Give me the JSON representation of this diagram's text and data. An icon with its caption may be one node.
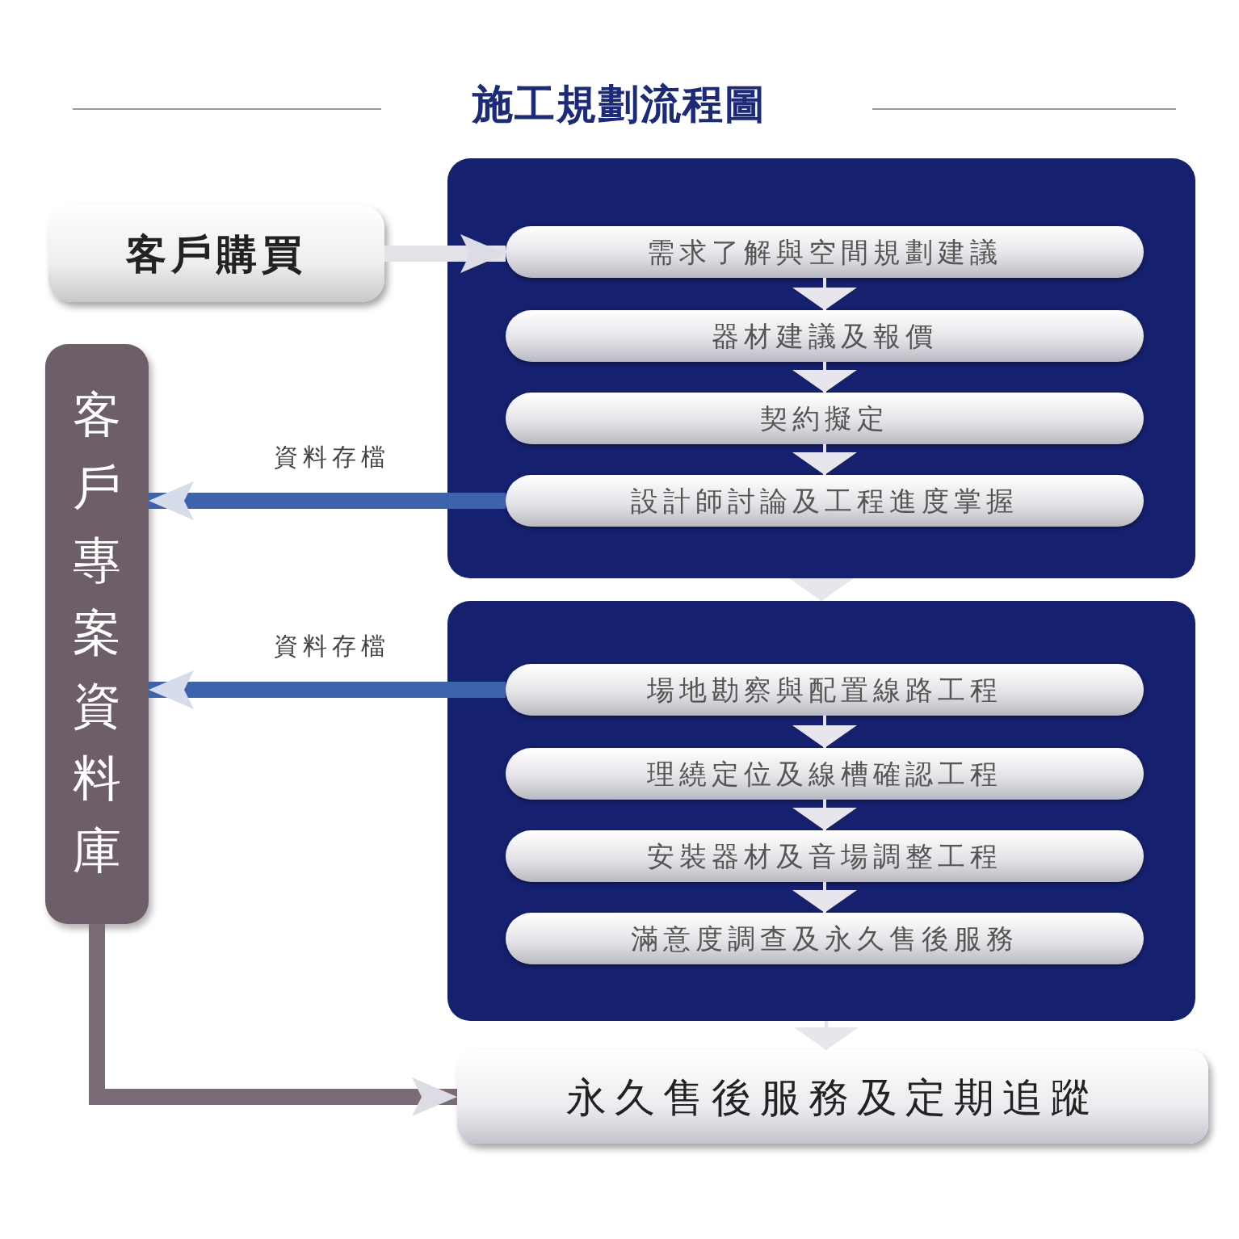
{
  "diagram": {
    "title": "施工規劃流程圖",
    "nodes": [
      {
        "text": [
          "客戶購買"
        ]
      },
      {
        "text": [],
        "shape": "box"
      },
      {
        "text": [
          "需求了解與空間規劃建議"
        ],
        "in": 1
      },
      {
        "text": [
          "器材建議及報價"
        ],
        "in": 1
      },
      {
        "text": [
          "契約擬定"
        ],
        "in": 1
      },
      {
        "text": [
          "設計師討論及工程進度掌握"
        ],
        "in": 1
      },
      {
        "text": [],
        "shape": "box"
      },
      {
        "text": [
          "場地勘察與配置線路工程"
        ],
        "in": 6
      },
      {
        "text": [
          "理繞定位及線槽確認工程"
        ],
        "in": 6
      },
      {
        "text": [
          "安裝器材及音場調整工程"
        ],
        "in": 6
      },
      {
        "text": [
          "滿意度調查及永久售後服務"
        ],
        "in": 6
      },
      {
        "text": [
          "永久售後服務及定期追蹤"
        ]
      },
      {
        "text": [
          "客戶專案資料庫"
        ]
      }
    ],
    "edges": [
      {
        "from": 0,
        "to": 2,
        "arrow": "to",
        "style": "thick"
      },
      {
        "from": 2,
        "to": 3,
        "arrow": "to"
      },
      {
        "from": 3,
        "to": 4,
        "arrow": "to"
      },
      {
        "from": 4,
        "to": 5,
        "arrow": "to"
      },
      {
        "from": 1,
        "to": 6,
        "arrow": "to"
      },
      {
        "from": 7,
        "to": 8,
        "arrow": "to"
      },
      {
        "from": 8,
        "to": 9,
        "arrow": "to"
      },
      {
        "from": 9,
        "to": 10,
        "arrow": "to"
      },
      {
        "from": 6,
        "to": 11,
        "arrow": "to"
      },
      {
        "from": 5,
        "to": 12,
        "arrow": "to",
        "label": "資料存檔",
        "style": "thick",
        "color": "#3d63ad"
      },
      {
        "from": 7,
        "to": 12,
        "arrow": "to",
        "label": "資料存檔",
        "style": "thick",
        "color": "#3d63ad"
      },
      {
        "from": 12,
        "to": 11,
        "arrow": "to",
        "style": "thick",
        "color": "#7a6b76"
      }
    ]
  }
}
